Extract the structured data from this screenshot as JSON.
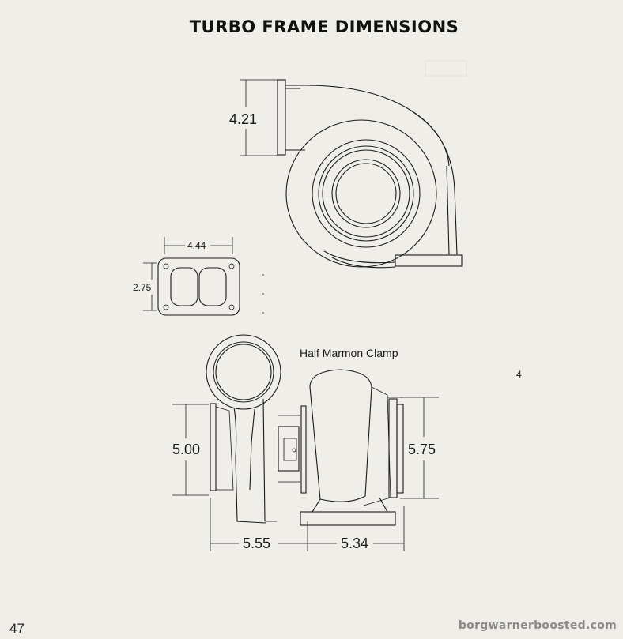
{
  "header": {
    "title": "TURBO FRAME DIMENSIONS"
  },
  "top_view": {
    "inlet_height": "4.21"
  },
  "flange": {
    "width": "4.44",
    "height": "2.75"
  },
  "caption": "Half Marmon Clamp",
  "side_view": {
    "left_height": "5.00",
    "right_height": "5.75",
    "left_width": "5.55",
    "right_width": "5.34",
    "stray_mark": "4"
  },
  "footer": {
    "page_number": "47",
    "website": "borgwarnerboosted.com"
  }
}
